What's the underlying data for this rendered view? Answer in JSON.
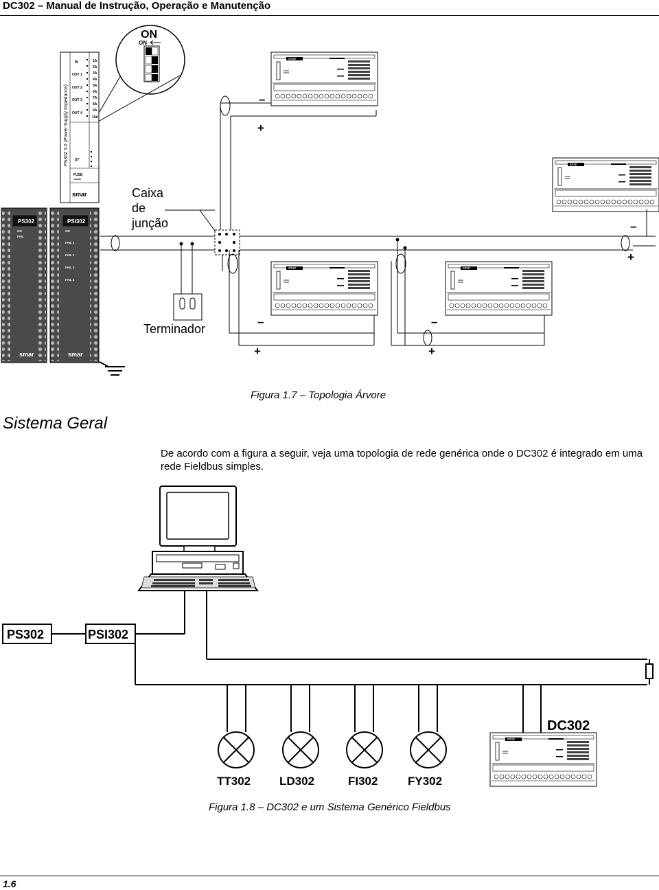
{
  "header": {
    "title": "DC302 – Manual de Instrução, Operação e Manutenção"
  },
  "figure1": {
    "caption": "Figura 1.7 – Topologia Árvore",
    "switch_on_big": "ON",
    "switch_on_small": "ON",
    "ps_side_label": "PS302  3.0 (Power Supply Impedance)",
    "ps_rows": [
      "IN",
      "OUT 1",
      "OUT 2",
      "OUT 3",
      "OUT 4",
      "ST",
      "FUSE"
    ],
    "ps_fuse_labels": [
      "1A",
      "2A",
      "3A",
      "4A",
      "5A",
      "6A",
      "7A",
      "8A",
      "9A",
      "10A"
    ],
    "brand": "smar",
    "junction_label": "Caixa de junção",
    "terminator_label": "Terminador",
    "module_ps302": "PS302",
    "module_psi302": "PSI302",
    "ps302_leds": [
      "ON",
      "FAIL"
    ],
    "psi302_leds": [
      "ON",
      "FAIL 1",
      "FAIL 2",
      "FAIL 3",
      "FAIL 4"
    ],
    "minus": "–",
    "plus": "+"
  },
  "section": {
    "title": "Sistema Geral",
    "paragraph": "De acordo com a  figura a seguir, veja uma topologia de rede genérica onde o DC302 é integrado em uma rede Fieldbus simples."
  },
  "figure2": {
    "caption": "Figura 1.8 – DC302 e um Sistema Genérico Fieldbus",
    "box_ps302": "PS302",
    "box_psi302": "PSI302",
    "dc302_label": "DC302",
    "devices": [
      "TT302",
      "LD302",
      "FI302",
      "FY302"
    ]
  },
  "footer": {
    "page": "1.6"
  }
}
